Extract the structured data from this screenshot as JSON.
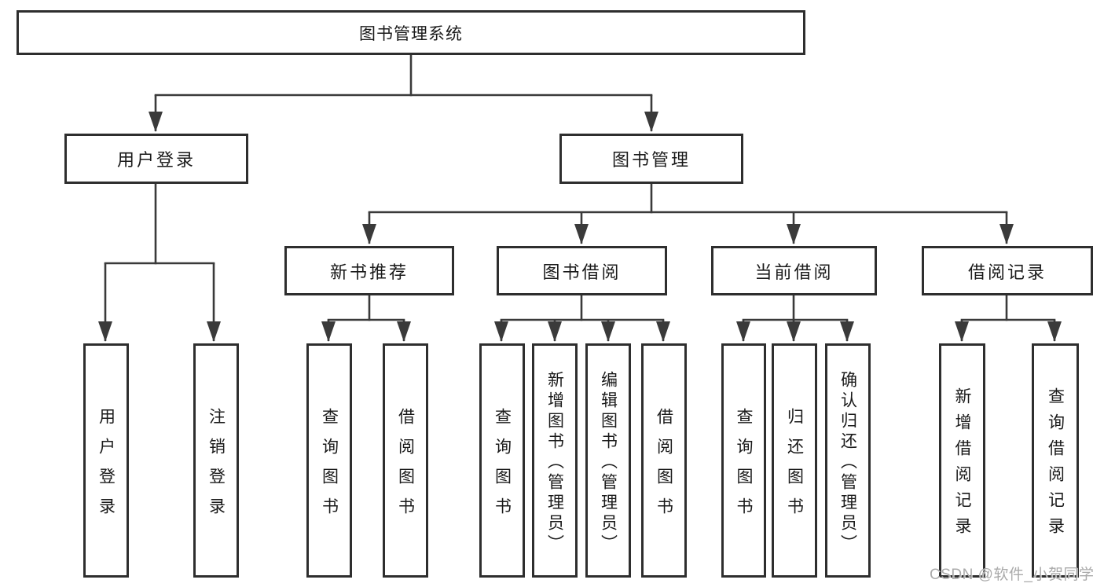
{
  "diagram_title": "图书管理系统",
  "tree": {
    "label": "图书管理系统",
    "children": [
      {
        "label": "用户登录",
        "children": [
          {
            "label": "用户登录"
          },
          {
            "label": "注销登录"
          }
        ]
      },
      {
        "label": "图书管理",
        "children": [
          {
            "label": "新书推荐",
            "children": [
              {
                "label": "查询图书"
              },
              {
                "label": "借阅图书"
              }
            ]
          },
          {
            "label": "图书借阅",
            "children": [
              {
                "label": "查询图书"
              },
              {
                "label": "新增图书（管理员）"
              },
              {
                "label": "编辑图书（管理员）"
              },
              {
                "label": "借阅图书"
              }
            ]
          },
          {
            "label": "当前借阅",
            "children": [
              {
                "label": "查询图书"
              },
              {
                "label": "归还图书"
              },
              {
                "label": "确认归还（管理员）"
              }
            ]
          },
          {
            "label": "借阅记录",
            "children": [
              {
                "label": "新增借阅记录"
              },
              {
                "label": "查询借阅记录"
              }
            ]
          }
        ]
      }
    ]
  },
  "watermark": {
    "text": "CSDN @软件_小贺同学"
  },
  "colors": {
    "line": "#3a3a3a",
    "border": "#2e2e2e",
    "text": "#1a1a1a",
    "background": "#ffffff",
    "watermark": "#aaaaaa"
  }
}
